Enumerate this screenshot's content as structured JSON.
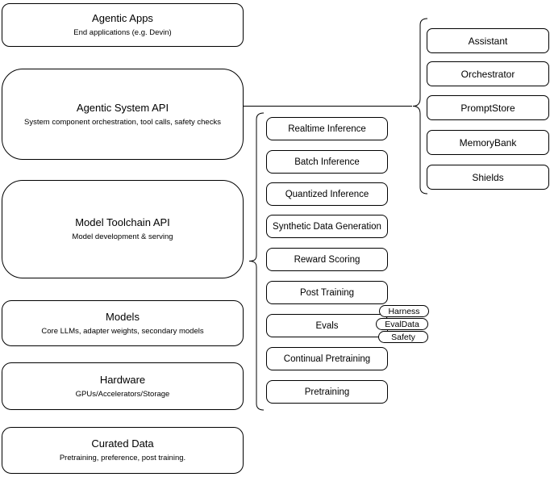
{
  "diagram": {
    "left_stack": [
      {
        "title": "Agentic Apps",
        "subtitle": "End applications (e.g. Devin)"
      },
      {
        "title": "Agentic System API",
        "subtitle": "System component orchestration, tool calls, safety checks"
      },
      {
        "title": "Model Toolchain API",
        "subtitle": "Model development & serving"
      },
      {
        "title": "Models",
        "subtitle": "Core LLMs, adapter weights, secondary models"
      },
      {
        "title": "Hardware",
        "subtitle": "GPUs/Accelerators/Storage"
      },
      {
        "title": "Curated Data",
        "subtitle": "Pretraining, preference, post training."
      }
    ],
    "toolchain_group": {
      "items": [
        "Realtime Inference",
        "Batch Inference",
        "Quantized Inference",
        "Synthetic Data Generation",
        "Reward Scoring",
        "Post Training",
        "Evals",
        "Continual Pretraining",
        "Pretraining"
      ],
      "eval_tags": [
        "Harness",
        "EvalData",
        "Safety"
      ]
    },
    "system_group": {
      "items": [
        "Assistant",
        "Orchestrator",
        "PromptStore",
        "MemoryBank",
        "Shields"
      ]
    },
    "colors": {
      "stroke": "#000000",
      "fill": "#ffffff",
      "background": "#ffffff"
    }
  }
}
